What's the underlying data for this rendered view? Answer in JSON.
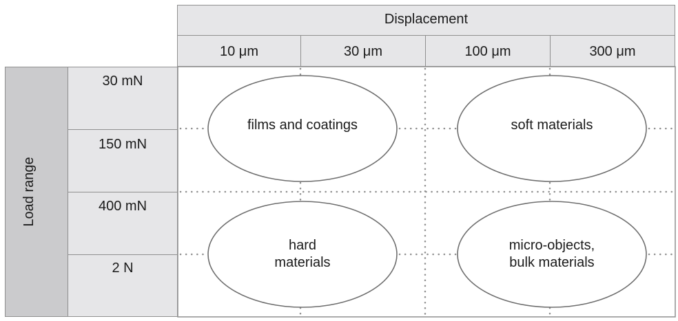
{
  "header": {
    "title": "Displacement",
    "columns": [
      "10 μm",
      "30 μm",
      "100 μm",
      "300 μm"
    ]
  },
  "sidebar": {
    "title": "Load range",
    "rows": [
      "30 mN",
      "150 mN",
      "400 mN",
      "2 N"
    ]
  },
  "regions": [
    {
      "label": "films and coatings"
    },
    {
      "label": "soft materials"
    },
    {
      "label": "hard\nmaterials"
    },
    {
      "label": "micro-objects,\nbulk materials"
    }
  ]
}
